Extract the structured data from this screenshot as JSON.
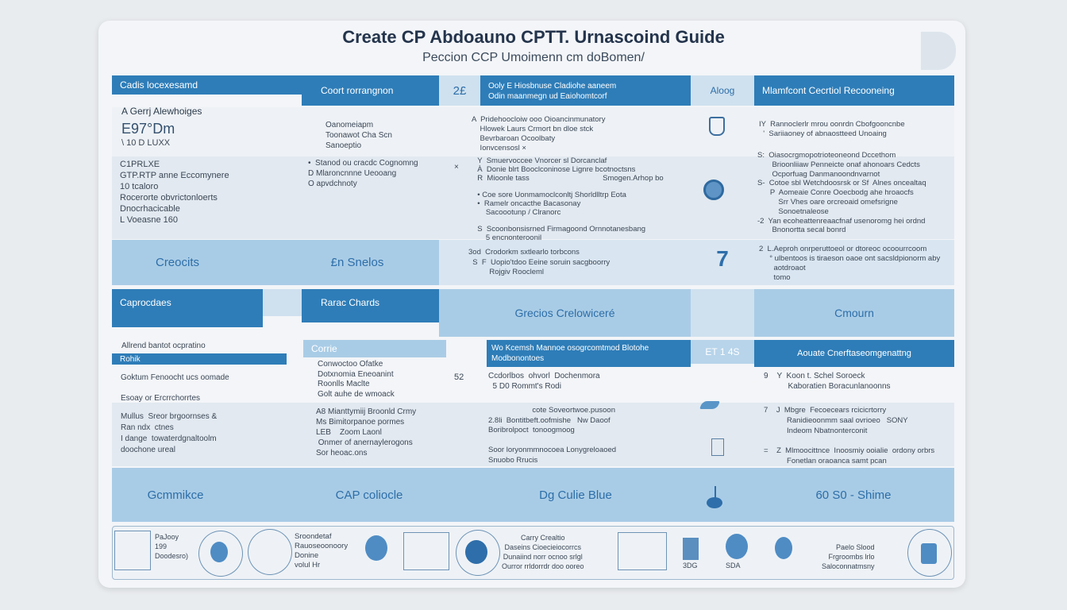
{
  "header": {
    "title": "Create CP Abdoauno CPTT. Urnascoind Guide",
    "subtitle": "Peccion CCP Umoimenn cm doBomen/"
  },
  "section1": {
    "headers": [
      "Cadis locexesamd",
      "Coort rorrangnon",
      "2£",
      "Ooly E Hiosbnuse Cladiohe aaneem\nOdin maanmegn ud Eaiohomtcorf",
      "Aloog",
      "Mlamfcont Cecrtiol Recooneing"
    ],
    "col1": {
      "label": "A Gerrj Alewhoiges",
      "code": "E97°Dm",
      "code_sub": "\\ 10 D LUXX",
      "block": "C1PRLXE\nGTP.RTP anne Eccomynere\n10 tcaloro\nRocerorte obvrictonloerts\nDnocrhacicable\nL Voeasne 160"
    },
    "col2": {
      "row1": "Oanomeiapm\nToonawot Cha Scn\nSanoeptio",
      "row2": "•  Stanod ou cracdc Cognomng\nD Mlaroncnnne Ueooang\nO apvdchnoty"
    },
    "col4": {
      "row1": "A  Pridehoocloiw ooo Oioancinmunatory\n    Hlowek Laurs Crmort bn dloe stck\n    Bevrbaroan Ocoolbaty\n    Ionvcensosl ×",
      "row2": "  Y  Smuervoccee Vnorcer sl Dorcanclaf\n  À  Donie blrt Booclconinose Lignre bcotnoctsns\n  R  Mioonle tass                                   Smogen.Arhop bo\n\n  • Coe sore Uonmamoclconltj Shorldlltrp Eota\n  •  Ramelr oncacthe Bacasonay\n      Sacoootunp / Clranorc\n\n  S  Scoonbonsisrned Firmagoond Ornnotanesbang\n      5 encnonteroonil",
      "row3": "3od  Crodorkm sxtlearlo torbcons\n  S  F  Uopio'tdoo Eeine soruin sacgboorry\n          Rojgiv Roocleml"
    },
    "col3_mark": "×",
    "col5_big": "7",
    "col6": {
      "row1": "IY  Rannoclerlr mrou oonrdn Cbofgooncnbe\n  '  Sariiaoney of abnaostteed Unoaing",
      "row2": "S:  Oiasocrgmopotrioteoneond Dccethom\n       Brioonliiaw Penneicte onaf ahonoars Cedcts\n       Ocporfuag Danmanoondnvarnot\nS-  Cotoe sbl Wetchdoosrsk or Sf  Alnes oncealtaq\n      P  Aomeaie Conre Ooecbodg ahe hroaocfs\n          Srr Vhes oare orcreoaid omefsrigne\n          Sonoetnaleose\n-2  Yan ecoheattenreaacfnaf usenoromg hei ordnd\n       Bnonortta secal bonrd",
      "row3": "2  L.Aeproh onrperuttoeol or dtoreoc ocoourrcoom\n     ° ulbentoos is tiraeson oaoe ont sacsldpionorm aby\n       aotdroaot\n       tomo"
    },
    "footer": [
      "Creocits",
      "£n Snelos"
    ]
  },
  "section2": {
    "headers": [
      "Caprocdaes",
      "Rarac Chards",
      "Grecios Crelowiceré",
      "Cmourn"
    ],
    "subheaders": [
      "Allrend bantot ocpratino",
      "Rohik",
      "Corrie",
      "Wo Kcemsh Mannoe osogrcomtmod Blotohe\nModbonontoes",
      "ET 1 4S",
      "Aouate Cnerftaseomgenattng"
    ],
    "col1": {
      "row1": "Goktum Fenoocht ucs oomade\n\nEsoay or Ercrrchorrtes",
      "row2": "Mullus  Sreor brgoornses &\nRan ndx  ctnes\nI dange  towaterdgnaltoolm\ndoochone ureal"
    },
    "col2": {
      "row1": "Conwoctoo Ofatke\nDotxnomia Eneoanint\nRoonlls Maclte\nGolt auhe de wmoack",
      "row2": "A8 Mianttymiij Broonld Crmy\nMs Bimitorpanoe pormes\nLEB    Zoom Laonl\n Onmer of anernaylerogons\nSor heoac.ons"
    },
    "col3_num": "52",
    "col4": {
      "row1": "Ccdorlbos  ohvorl  Dochenmora\n  5 D0 Rommt's Rodi",
      "row2": "                     cote Soveortwoe.pusoon\n2.8li  Bontitbeft.oofmishe   Nw Daoof\nBoribrolpoct  tonoogmoog\n\nSoor loryonmmnocoea Lonygreloaoed\nSnuobo Rrucis"
    },
    "col6": {
      "row1": "9    Y  Koon t. Schel Soroeck\n           Kaboratien Boracunlanoonns",
      "row2": "7    J  Mbgre  Fecoecears rcicicrtorry\n           Ranidieoonmm saal ovrioeo   SONY\n           Indeom Nbatnonterconit\n\n=    Z  Mlmoocittnce  Inoosmiy ooialie  ordony orbrs\n           Fonetlan oraoanca samt pcan"
    },
    "footer": [
      "Gcmmikce",
      "CAP coliocle",
      "Dg Culie Blue",
      "60 S0 - Shime"
    ]
  },
  "icon_strip": {
    "items": [
      "PaJooy\n199\nDoodesro)",
      "Sroondetaf\nRauoseoonoory\nDonine\nvolul Hr",
      "Carry Crealtio\nDaseins Cioecieiocorrcs\nDunaiind norr ocnoo srlgl\nOurror rrldorrdr doo ooreo",
      "3DG",
      "SDA",
      "Paelo Slood\nFrgroombs lrlo\nSaloconnatmsny"
    ]
  },
  "colors": {
    "blue": "#2e7db8",
    "light_blue": "#a9cce6",
    "pale": "#cfe1ef",
    "title": "#24344c"
  }
}
